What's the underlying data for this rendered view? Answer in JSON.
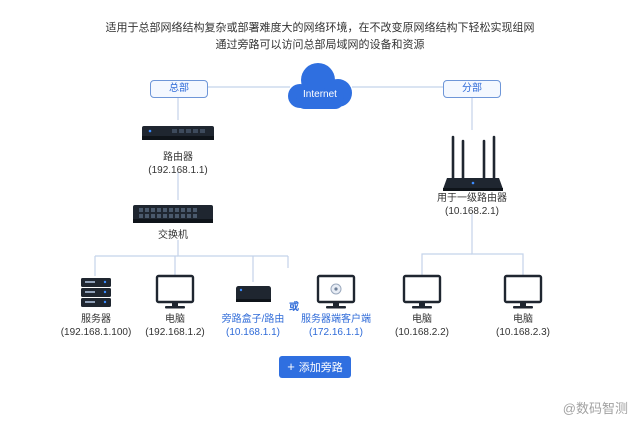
{
  "intro": {
    "line1": "适用于总部网络结构复杂或部署难度大的网络环境，在不改变原网络结构下轻松实现组网",
    "line2": "通过旁路可以访问总部局域网的设备和资源"
  },
  "cloud": {
    "label": "Internet"
  },
  "hq": {
    "tag": "总部",
    "router": {
      "name": "路由器",
      "ip": "(192.168.1.1)"
    },
    "switch": {
      "name": "交换机"
    },
    "server": {
      "name": "服务器",
      "ip": "(192.168.1.100)"
    },
    "pc": {
      "name": "电脑",
      "ip": "(192.168.1.2)"
    },
    "bypass": {
      "name": "旁路盒子/路由",
      "ip": "(10.168.1.1)"
    },
    "or_label": "或",
    "client": {
      "name": "服务器端客户端",
      "ip": "(172.16.1.1)"
    }
  },
  "branch": {
    "tag": "分部",
    "router": {
      "name": "用于一级路由器",
      "ip": "(10.168.2.1)"
    },
    "pc1": {
      "name": "电脑",
      "ip": "(10.168.2.2)"
    },
    "pc2": {
      "name": "电脑",
      "ip": "(10.168.2.3)"
    }
  },
  "add_button": {
    "icon": "plus-icon",
    "label": "添加旁路"
  },
  "watermark": "@数码智测",
  "colors": {
    "accent": "#2f6fe0",
    "line": "#c4d3ea",
    "device": "#1f2630"
  }
}
